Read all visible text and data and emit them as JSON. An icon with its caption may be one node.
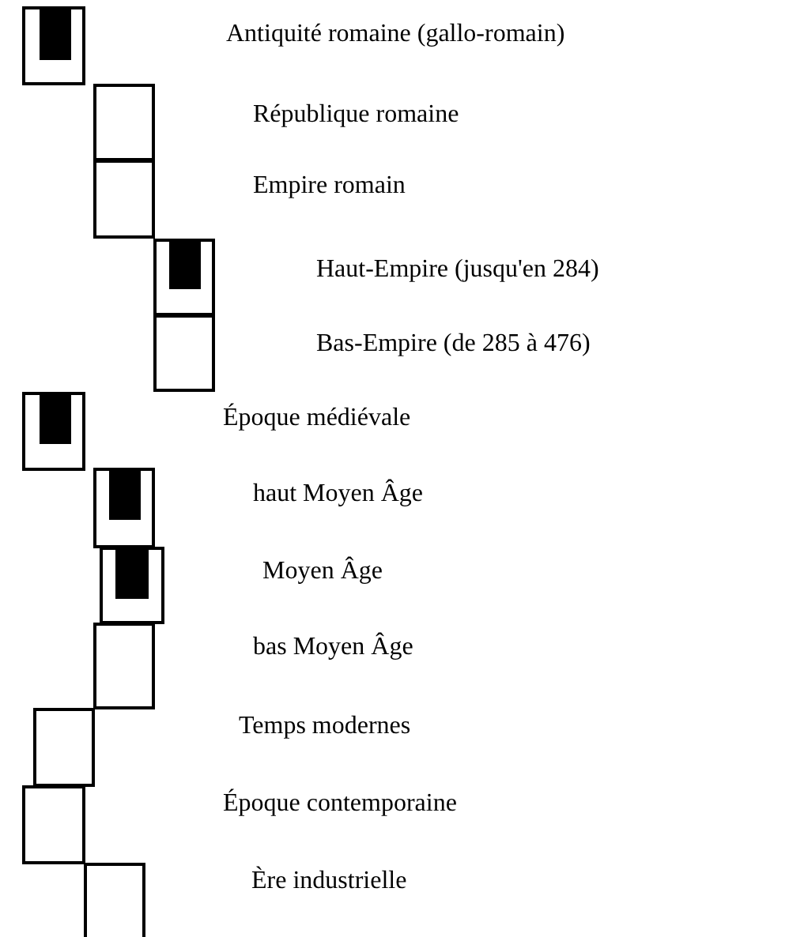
{
  "diagram": {
    "nodes": [
      {
        "text": [],
        "shape": "box"
      },
      {
        "text": [],
        "shape": "bar",
        "in": 0
      },
      {
        "text": [],
        "shape": "box"
      },
      {
        "text": [],
        "shape": "box"
      },
      {
        "text": [],
        "shape": "box"
      },
      {
        "text": [],
        "shape": "bar",
        "in": 4
      },
      {
        "text": [],
        "shape": "box"
      },
      {
        "text": [],
        "shape": "box"
      },
      {
        "text": [],
        "shape": "bar",
        "in": 7
      },
      {
        "text": [],
        "shape": "box"
      },
      {
        "text": [],
        "shape": "bar",
        "in": 9
      },
      {
        "text": [],
        "shape": "box"
      },
      {
        "text": [],
        "shape": "bar",
        "in": 11
      },
      {
        "text": [],
        "shape": "box"
      },
      {
        "text": [],
        "shape": "box"
      },
      {
        "text": [],
        "shape": "box"
      },
      {
        "text": [],
        "shape": "box"
      }
    ],
    "labels": [
      "Antiquité romaine (gallo-romain)",
      "République romaine",
      "Empire romain",
      "Haut-Empire (jusqu'en 284)",
      "Bas-Empire (de 285 à 476)",
      "Époque médiévale",
      "haut Moyen Âge",
      "Moyen Âge",
      "bas Moyen Âge",
      "Temps modernes",
      "Époque contemporaine",
      "Ère industrielle"
    ]
  }
}
